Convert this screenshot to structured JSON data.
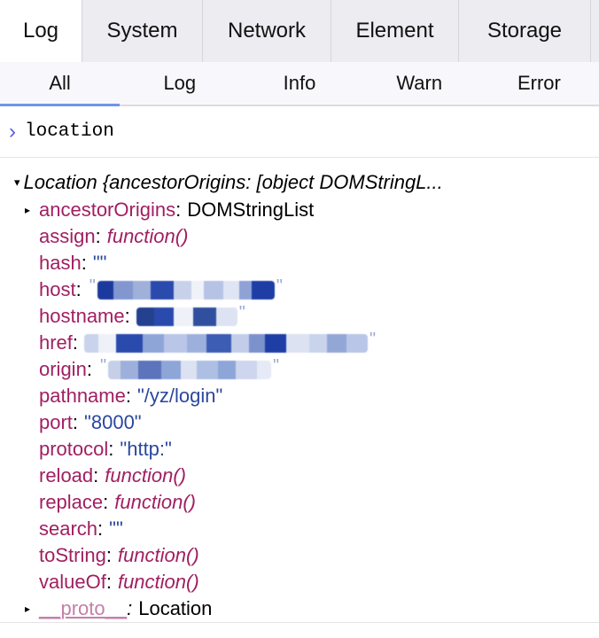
{
  "colors": {
    "tab_bar_bg": "#ececf1",
    "active_tab_bg": "#ffffff",
    "sub_tab_underline": "#6f95ea",
    "prompt_accent": "#5b5ed8",
    "property_key": "#a01f62",
    "proto_key": "#c57fa9",
    "string_value": "#2b479e",
    "function_value": "#a01f62",
    "redaction_base": "#2b4aae"
  },
  "top_tabs": {
    "items": [
      {
        "label": "Log",
        "active": true,
        "width": 92
      },
      {
        "label": "System",
        "active": false,
        "width": 136
      },
      {
        "label": "Network",
        "active": false,
        "width": 145
      },
      {
        "label": "Element",
        "active": false,
        "width": 144
      },
      {
        "label": "Storage",
        "active": false,
        "width": 149
      }
    ]
  },
  "sub_tabs": {
    "items": [
      {
        "label": "All",
        "active": true
      },
      {
        "label": "Log",
        "active": false
      },
      {
        "label": "Info",
        "active": false
      },
      {
        "label": "Warn",
        "active": false
      },
      {
        "label": "Error",
        "active": false
      }
    ]
  },
  "console": {
    "prompt": "›",
    "command": "location"
  },
  "log": {
    "summary": "Location {ancestorOrigins: [object DOMStringL...",
    "properties": [
      {
        "key": "ancestorOrigins",
        "expandable": true,
        "value": {
          "kind": "plain",
          "text": "DOMStringList"
        }
      },
      {
        "key": "assign",
        "value": {
          "kind": "function",
          "text": "function()"
        }
      },
      {
        "key": "hash",
        "value": {
          "kind": "string",
          "text": "\"\""
        }
      },
      {
        "key": "host",
        "value": {
          "kind": "redacted",
          "lead_quote": "\"",
          "trail_quote": "\"",
          "segments": [
            {
              "w": 18,
              "c": "#1c3a9e"
            },
            {
              "w": 22,
              "c": "#8296cf"
            },
            {
              "w": 20,
              "c": "#9fb0da"
            },
            {
              "w": 26,
              "c": "#2b4aae"
            },
            {
              "w": 20,
              "c": "#c7d1ea"
            },
            {
              "w": 14,
              "c": "#f0f2f9"
            },
            {
              "w": 22,
              "c": "#b7c3e5"
            },
            {
              "w": 18,
              "c": "#dfe5f3"
            },
            {
              "w": 14,
              "c": "#8ea2d6"
            },
            {
              "w": 26,
              "c": "#1e3ea6"
            }
          ]
        }
      },
      {
        "key": "hostname",
        "value": {
          "kind": "redacted",
          "lead_quote": "",
          "trail_quote": "\"",
          "segments": [
            {
              "w": 20,
              "c": "#24418f"
            },
            {
              "w": 22,
              "c": "#2b4aae"
            },
            {
              "w": 22,
              "c": "#eef1f8"
            },
            {
              "w": 26,
              "c": "#30509f"
            },
            {
              "w": 24,
              "c": "#dde3f2"
            }
          ]
        }
      },
      {
        "key": "href",
        "value": {
          "kind": "redacted",
          "lead_quote": "",
          "trail_quote": "\"",
          "segments": [
            {
              "w": 16,
              "c": "#c9d3ec"
            },
            {
              "w": 20,
              "c": "#eef1f8"
            },
            {
              "w": 30,
              "c": "#2b4aae"
            },
            {
              "w": 24,
              "c": "#8ea5d8"
            },
            {
              "w": 26,
              "c": "#b9c6e8"
            },
            {
              "w": 22,
              "c": "#9db0dc"
            },
            {
              "w": 28,
              "c": "#3d5cb4"
            },
            {
              "w": 20,
              "c": "#c3cdea"
            },
            {
              "w": 18,
              "c": "#7c92cc"
            },
            {
              "w": 24,
              "c": "#1e3ea6"
            },
            {
              "w": 26,
              "c": "#dce2f2"
            },
            {
              "w": 20,
              "c": "#c9d3ec"
            },
            {
              "w": 22,
              "c": "#93a7d6"
            },
            {
              "w": 24,
              "c": "#b9c6e8"
            }
          ]
        }
      },
      {
        "key": "origin",
        "value": {
          "kind": "redacted",
          "lead_quote": "\"",
          "trail_quote": "\"",
          "segments": [
            {
              "w": 14,
              "c": "#c6cfe8"
            },
            {
              "w": 20,
              "c": "#9db0dc"
            },
            {
              "w": 26,
              "c": "#5b74bc"
            },
            {
              "w": 22,
              "c": "#8ea5d8"
            },
            {
              "w": 18,
              "c": "#dce2f2"
            },
            {
              "w": 24,
              "c": "#aebfe4"
            },
            {
              "w": 20,
              "c": "#8ea5d8"
            },
            {
              "w": 24,
              "c": "#cdd6ee"
            },
            {
              "w": 16,
              "c": "#e6eaf6"
            }
          ]
        }
      },
      {
        "key": "pathname",
        "value": {
          "kind": "string",
          "text": "\"/yz/login\""
        }
      },
      {
        "key": "port",
        "value": {
          "kind": "string",
          "text": "\"8000\""
        }
      },
      {
        "key": "protocol",
        "value": {
          "kind": "string",
          "text": "\"http:\""
        }
      },
      {
        "key": "reload",
        "value": {
          "kind": "function",
          "text": "function()"
        }
      },
      {
        "key": "replace",
        "value": {
          "kind": "function",
          "text": "function()"
        }
      },
      {
        "key": "search",
        "value": {
          "kind": "string",
          "text": "\"\""
        }
      },
      {
        "key": "toString",
        "value": {
          "kind": "function",
          "text": "function()"
        }
      },
      {
        "key": "valueOf",
        "value": {
          "kind": "function",
          "text": "function()"
        }
      },
      {
        "key": "__proto__",
        "expandable": true,
        "proto": true,
        "value": {
          "kind": "plain",
          "text": "Location"
        }
      }
    ]
  },
  "icons": {
    "expanded_triangle": "▾",
    "collapsed_triangle": "▸",
    "prompt_chevron": "›"
  }
}
